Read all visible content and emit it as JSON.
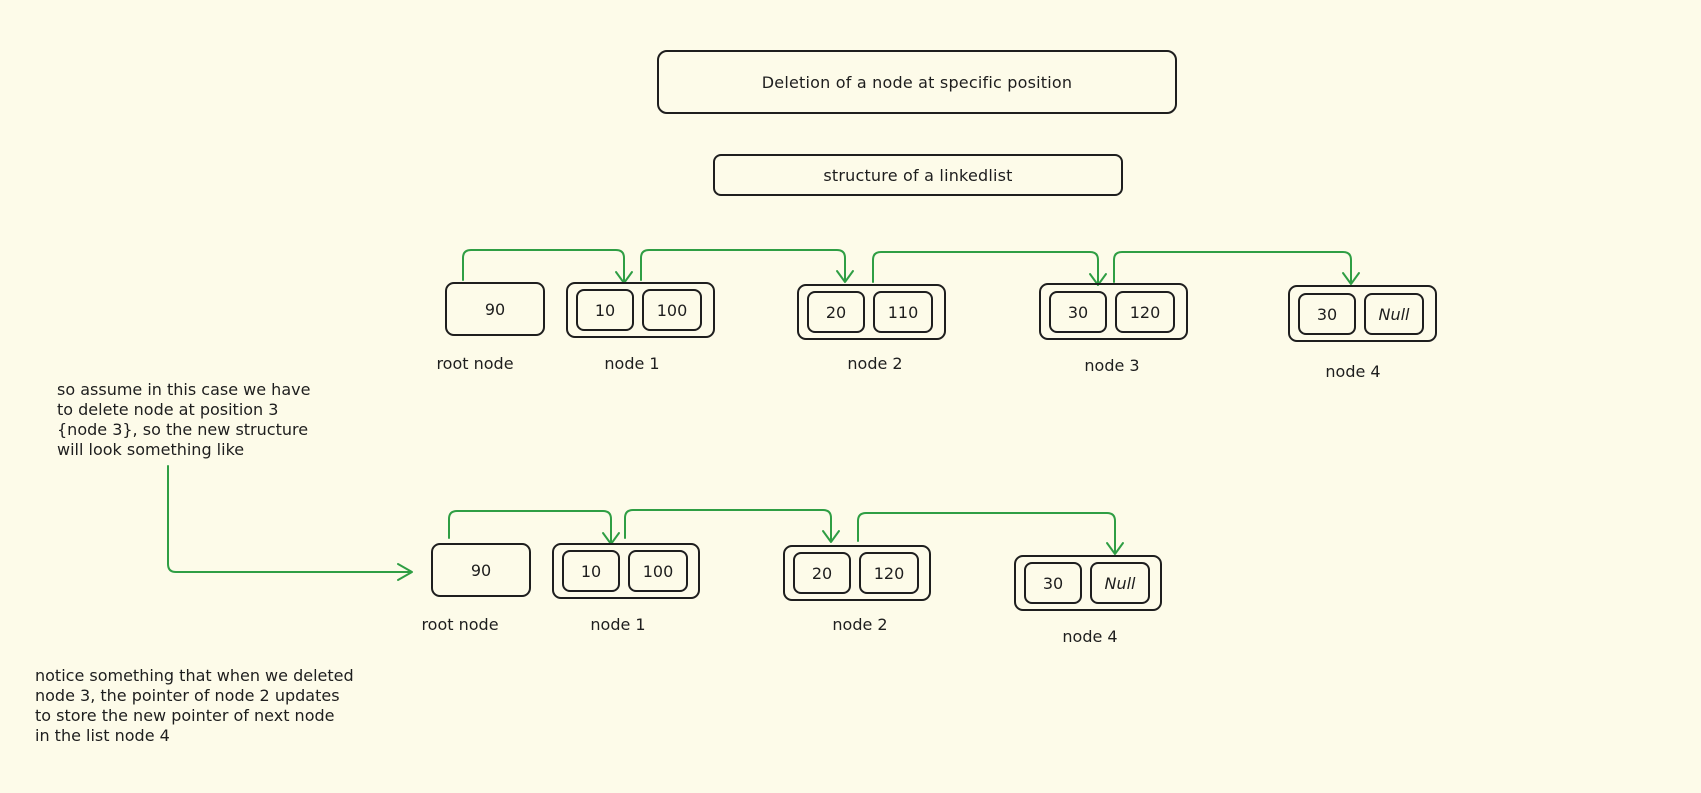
{
  "titles": {
    "main": "Deletion of a node at specific position",
    "sub": "structure of a linkedlist"
  },
  "before": {
    "root": {
      "value": "90",
      "label": "root node"
    },
    "nodes": [
      {
        "data": "10",
        "pointer": "100",
        "label": "node 1"
      },
      {
        "data": "20",
        "pointer": "110",
        "label": "node 2"
      },
      {
        "data": "30",
        "pointer": "120",
        "label": "node 3"
      },
      {
        "data": "30",
        "pointer": "Null",
        "label": "node 4"
      }
    ]
  },
  "after": {
    "root": {
      "value": "90",
      "label": "root node"
    },
    "nodes": [
      {
        "data": "10",
        "pointer": "100",
        "label": "node 1"
      },
      {
        "data": "20",
        "pointer": "120",
        "label": "node 2"
      },
      {
        "data": "30",
        "pointer": "Null",
        "label": "node 4"
      }
    ]
  },
  "notes": {
    "assume": "so assume in this case we have\nto delete node at position 3\n{node 3}, so the new structure\nwill look something like",
    "notice": "notice something that when we deleted\nnode 3, the pointer of node 2 updates\nto store the new pointer of next node\nin the list node 4"
  },
  "colors": {
    "background": "#fdfbe9",
    "stroke": "#1e1e1e",
    "arrow": "#2f9e44"
  }
}
